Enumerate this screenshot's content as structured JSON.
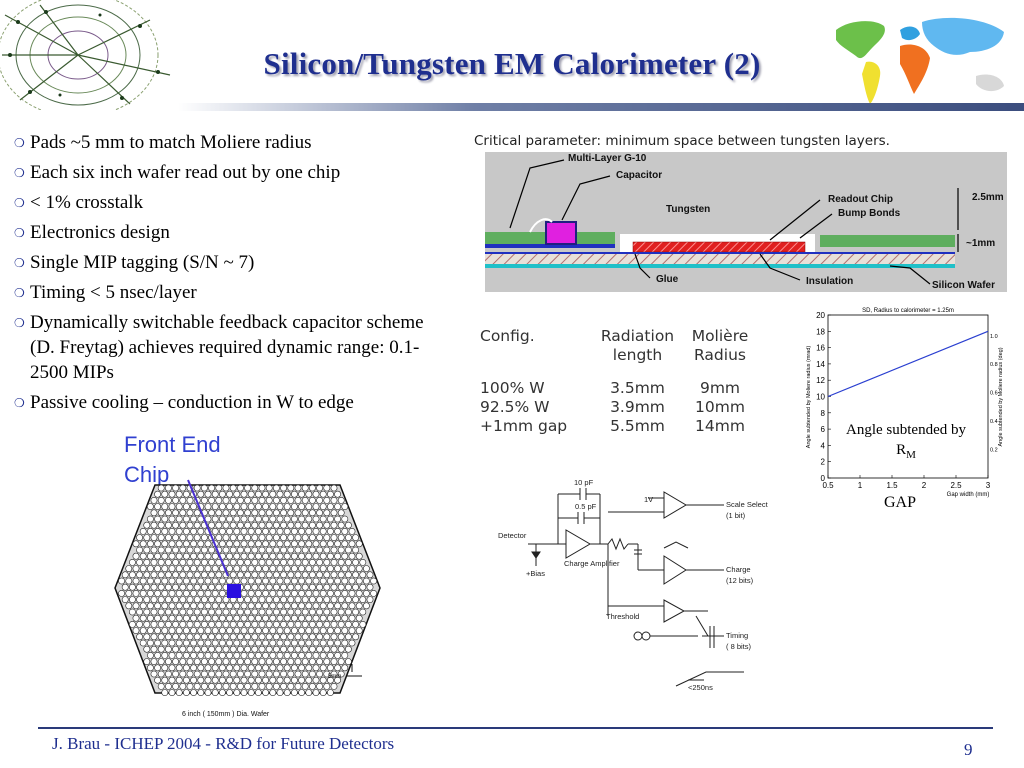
{
  "slide": {
    "title": "Silicon/Tungsten EM Calorimeter (2)",
    "footer": "J. Brau - ICHEP 2004 - R&D for Future Detectors",
    "page_number": "9"
  },
  "bullets": [
    "Pads  ~5 mm to match Moliere radius",
    "Each six inch wafer read out by one chip",
    "< 1% crosstalk",
    "Electronics design",
    "Single MIP tagging (S/N ~ 7)",
    "Timing < 5 nsec/layer",
    "Dynamically switchable feedback capacitor scheme (D. Freytag) achieves required dynamic range: 0.1-2500 MIPs",
    "Passive cooling – conduction in W to edge"
  ],
  "cross_section": {
    "heading": "Critical parameter:  minimum space between tungsten layers.",
    "labels": {
      "g10": "Multi-Layer G-10",
      "capacitor": "Capacitor",
      "tungsten": "Tungsten",
      "readout_chip": "Readout Chip",
      "bump_bonds": "Bump Bonds",
      "glue": "Glue",
      "insulation": "Insulation",
      "silicon_wafer": "Silicon Wafer",
      "dim_top": "2.5mm",
      "dim_bottom": "~1mm"
    }
  },
  "config_table": {
    "headers": [
      "Config.",
      "Radiation length",
      "Molière Radius"
    ],
    "header_lines": [
      [
        "Config.",
        ""
      ],
      [
        "Radiation",
        "length"
      ],
      [
        "Molière",
        "Radius"
      ]
    ],
    "rows": [
      [
        "100% W",
        "3.5mm",
        "9mm"
      ],
      [
        "92.5% W",
        "3.9mm",
        "10mm"
      ],
      [
        "+1mm gap",
        "5.5mm",
        "14mm"
      ]
    ]
  },
  "chart_data": {
    "type": "line",
    "title": "SD, Radius to calorimeter = 1.25m",
    "xlabel": "Gap width (mm)",
    "ylabel": "Angle subtended by Moliere radius (mrad)",
    "ylabel_right": "Angle subtended by Moliere radius (deg)",
    "xlim": [
      0.5,
      3
    ],
    "ylim": [
      0,
      20
    ],
    "x_ticks": [
      "0.5",
      "1",
      "1.5",
      "2",
      "2.5",
      "3"
    ],
    "y_ticks": [
      "0",
      "2",
      "4",
      "6",
      "8",
      "10",
      "12",
      "14",
      "16",
      "18",
      "20"
    ],
    "y_right_ticks": [
      "0.2",
      "0.4",
      "0.6",
      "0.8",
      "1.0"
    ],
    "series": [
      {
        "x": [
          0.5,
          3.0
        ],
        "y": [
          10.0,
          18.0
        ]
      }
    ],
    "annotation": "Angle subtended by R",
    "annotation_sub": "M",
    "xlabel_caption": "GAP",
    "line_color": "#2a3fd0"
  },
  "circuit": {
    "labels": {
      "cap10": "10 pF",
      "cap05": "0.5 pF",
      "detector": "Detector",
      "bias": "+Bias",
      "charge_amp": "Charge Amplifier",
      "v1": "1V",
      "scale_select": "Scale Select",
      "scale_bits": "(1 bit)",
      "charge": "Charge",
      "charge_bits": "(12 bits)",
      "threshold": "Threshold",
      "timing": "Timing",
      "timing_bits": "( 8 bits)",
      "time250": "<250ns"
    }
  },
  "wafer": {
    "label_line1": "Front End",
    "label_line2": "Chip",
    "caption": "6  inch  (  150mm  )  Dia.  Wafer",
    "scale_label": "5mm"
  },
  "colors": {
    "title": "#1f2f8f",
    "pcb_green": "#5fae5f",
    "capacitor": "#e020e0",
    "chip_red": "#e02020",
    "wafer_cyan": "#20c0c8",
    "chip_blue": "#2a10e0"
  }
}
